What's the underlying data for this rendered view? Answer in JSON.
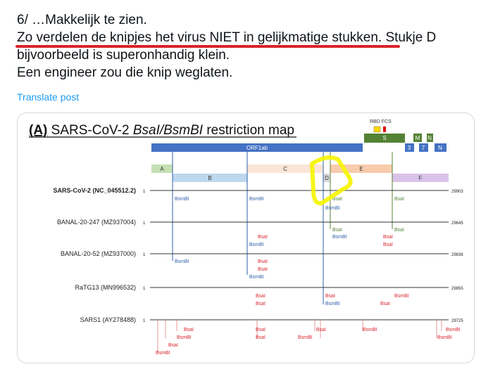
{
  "post": {
    "line1": "6/ …Makkelijk te zien.",
    "line2_underlined": "Zo verdelen de knipjes het virus NIET in gelijkmatige stukken.",
    "line2_rest": " Stukje D",
    "line3": "bijvoorbeeld is superonhandig klein.",
    "line4": "Een engineer zou die knip weglaten.",
    "translate_label": "Translate post"
  },
  "figure": {
    "title_prefix": "(A)",
    "title_mid": " SARS-CoV-2 ",
    "title_italic": "BsaI/BsmBI",
    "title_suffix": " restriction map",
    "rbd_label": "RBD FCS",
    "genes": {
      "orf1ab": "ORF1ab",
      "s": "S",
      "m": "M",
      "n_small": "N",
      "three": "3",
      "seven": "7",
      "n": "N"
    },
    "fragments": [
      "A",
      "B",
      "C",
      "D",
      "E",
      "F"
    ],
    "genomes": [
      {
        "name": "SARS-CoV-2 (NC_045512.2)",
        "start": "1",
        "end": "29903",
        "bold": true
      },
      {
        "name": "BANAL-20-247 (MZ937004)",
        "start": "1",
        "end": "29645",
        "bold": false
      },
      {
        "name": "BANAL-20-52 (MZ937000)",
        "start": "1",
        "end": "29838",
        "bold": false
      },
      {
        "name": "RaTG13  (MN996532)",
        "start": "1",
        "end": "29855",
        "bold": false
      },
      {
        "name": "SARS1  (AY278488)",
        "start": "1",
        "end": "29725",
        "bold": false
      }
    ],
    "site_labels": {
      "bsmbi": "BsmBI",
      "bsai": "BsaI"
    },
    "colors": {
      "orf1ab": "#4472c4",
      "s_gene": "#548235",
      "frag_a": "#c5e0b4",
      "frag_b": "#bdd7ee",
      "frag_c": "#fbe5d6",
      "frag_d": "#d9d9d9",
      "frag_e": "#f8cbad",
      "frag_f": "#d9c3e9",
      "bsmbi": "#2e5fa8",
      "bsai_green": "#548235",
      "red_site": "#d9232a",
      "highlight": "#f5f500"
    }
  }
}
